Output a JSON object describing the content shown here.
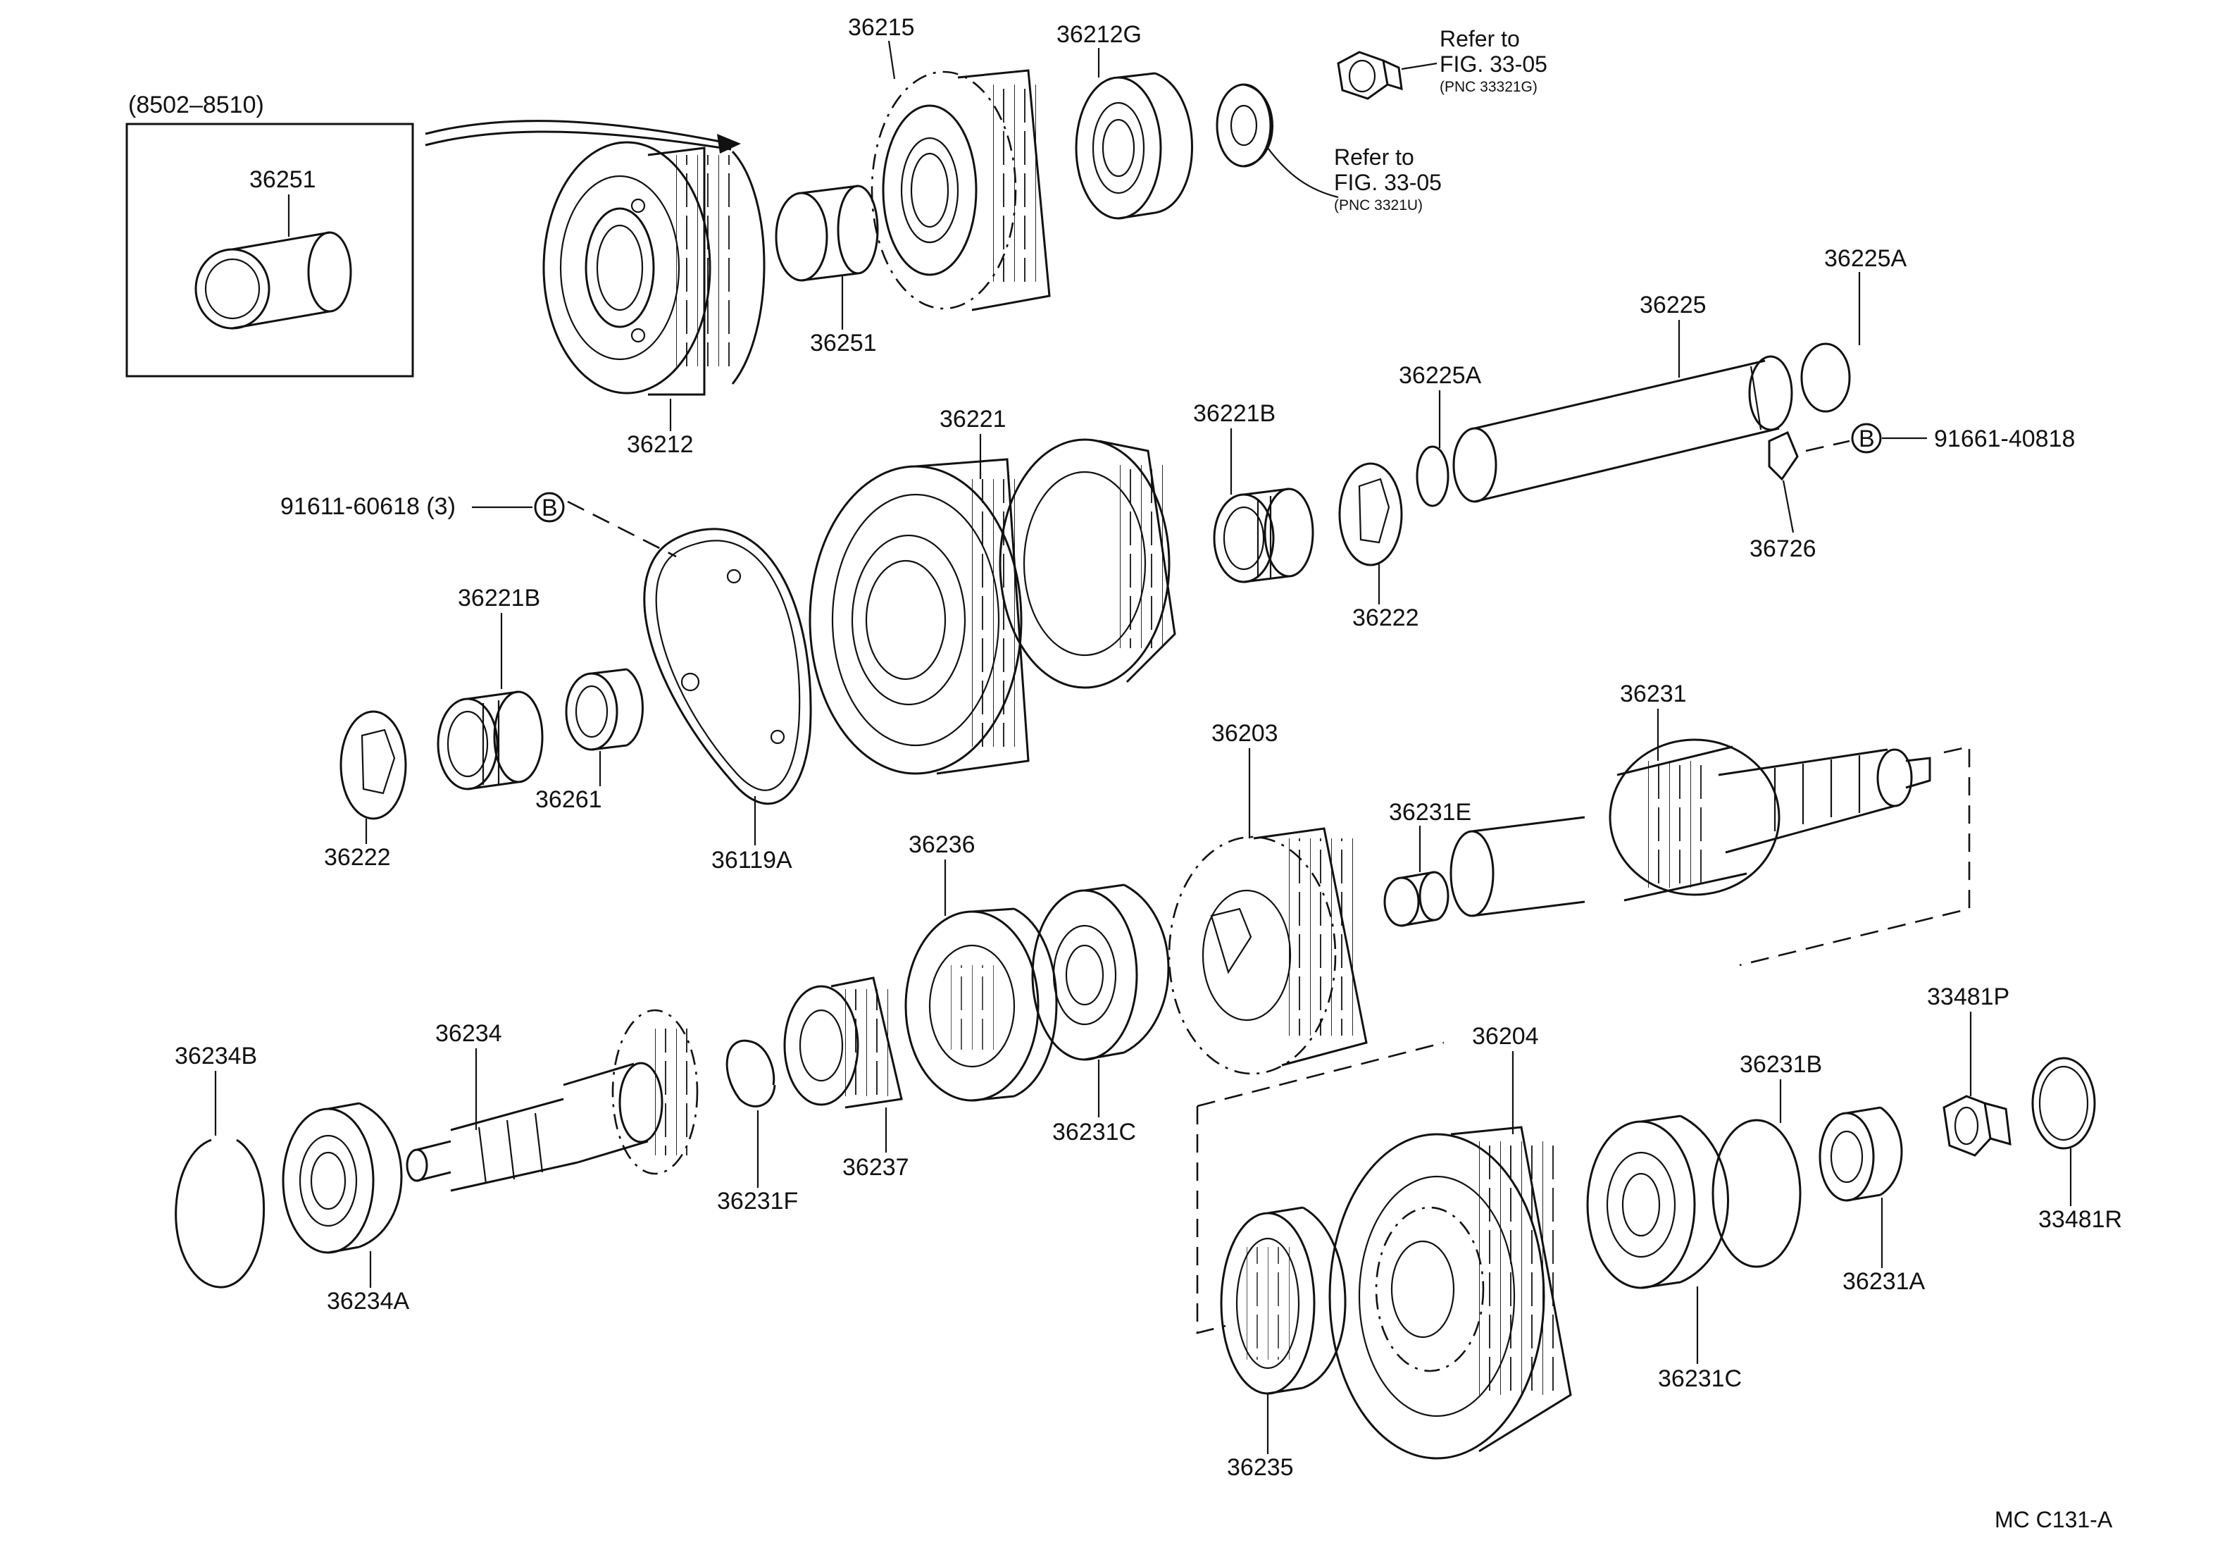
{
  "diagram": {
    "date_range_label": "(8502–8510)",
    "refer_label": "Refer to",
    "fig_label": "FIG. 33-05",
    "pnc_a": "(PNC 33321G)",
    "pnc_b": "(PNC 3321U)",
    "bolt_marker": "B",
    "footer_code": "MC  C131-A"
  },
  "parts": {
    "p36251_inset": "36251",
    "p36215": "36215",
    "p36212G": "36212G",
    "p36251": "36251",
    "p36212": "36212",
    "p36225A_top": "36225A",
    "p36225": "36225",
    "p36225A": "36225A",
    "p91661": "91661-40818",
    "p36726": "36726",
    "p36221": "36221",
    "p36221B_top": "36221B",
    "p36222_top": "36222",
    "p91611": "91611-60618 (3)",
    "p36221B": "36221B",
    "p36261": "36261",
    "p36222": "36222",
    "p36119A": "36119A",
    "p36231": "36231",
    "p36203": "36203",
    "p36231E": "36231E",
    "p36236": "36236",
    "p36234B": "36234B",
    "p36234": "36234",
    "p36234A": "36234A",
    "p36231F": "36231F",
    "p36237": "36237",
    "p36231C": "36231C",
    "p36204": "36204",
    "p36231B": "36231B",
    "p33481P": "33481P",
    "p33481R": "33481R",
    "p36231A": "36231A",
    "p36231C_b": "36231C",
    "p36235": "36235"
  }
}
